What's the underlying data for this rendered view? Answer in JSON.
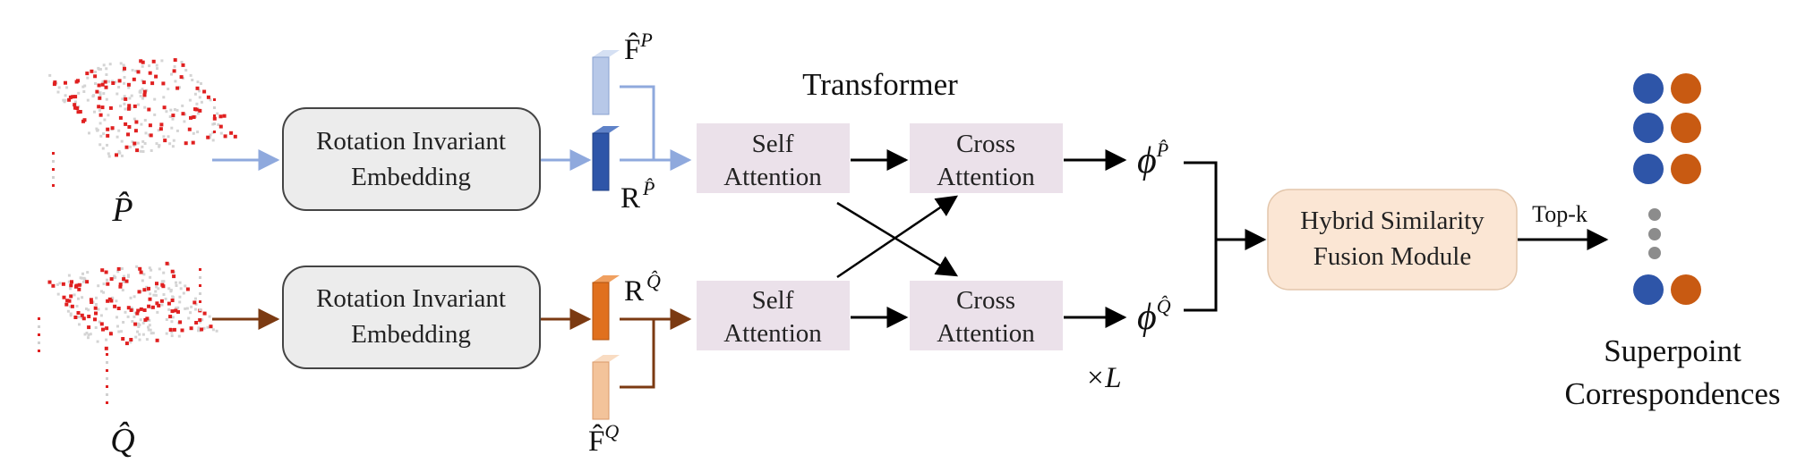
{
  "inputs": {
    "p_label": "P̂",
    "q_label": "Q̂"
  },
  "embedding": {
    "top_line1": "Rotation Invariant",
    "top_line2": "Embedding",
    "bottom_line1": "Rotation Invariant",
    "bottom_line2": "Embedding"
  },
  "features": {
    "f_p": "F̂",
    "f_p_sup": "P",
    "r_p": "R",
    "r_p_sup": "P̂",
    "r_q": "R",
    "r_q_sup": "Q̂",
    "f_q": "F̂",
    "f_q_sup": "Q"
  },
  "transformer": {
    "title": "Transformer",
    "self_top_1": "Self",
    "self_top_2": "Attention",
    "cross_top_1": "Cross",
    "cross_top_2": "Attention",
    "self_bot_1": "Self",
    "self_bot_2": "Attention",
    "cross_bot_1": "Cross",
    "cross_bot_2": "Attention",
    "repeat": "×L"
  },
  "outputs": {
    "phi_p": "ϕ",
    "phi_p_sup": "P̂",
    "phi_q": "ϕ",
    "phi_q_sup": "Q̂"
  },
  "fusion": {
    "line1": "Hybrid Similarity",
    "line2": "Fusion Module",
    "topk": "Top-k"
  },
  "result": {
    "line1": "Superpoint",
    "line2": "Correspondences"
  },
  "colors": {
    "blue_arrow": "#8fa9dd",
    "brown_arrow": "#7b3a12",
    "feat_light_blue": "#b7c8e8",
    "feat_dark_blue": "#2e55a8",
    "feat_orange": "#e0701e",
    "feat_light_orange": "#f3c39a",
    "attention_box": "#ebe1ea",
    "fusion_box": "#fbe6d4",
    "dot_blue": "#2e55a8",
    "dot_orange": "#c85a12",
    "dot_gray": "#8c8c8c",
    "point_red": "#e02020"
  }
}
